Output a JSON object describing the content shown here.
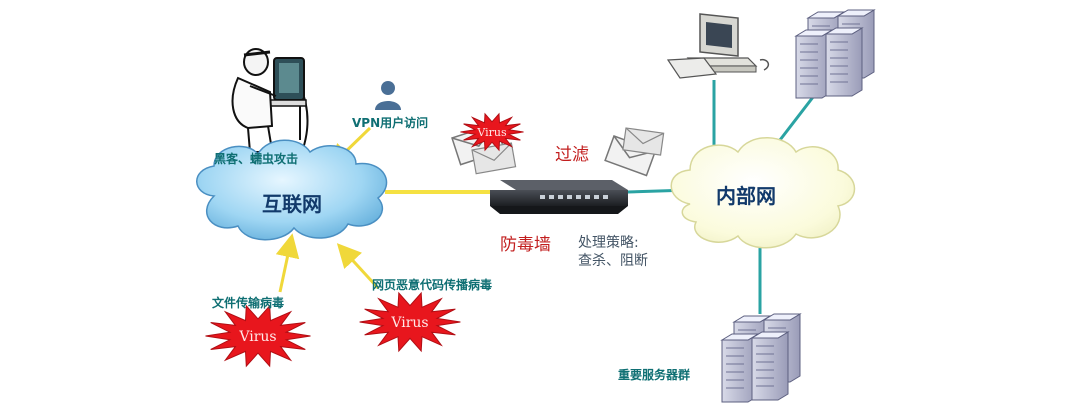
{
  "labels": {
    "hacker": "黑客、蠕虫攻击",
    "vpn": "VPN用户访问",
    "internet": "互联网",
    "intranet": "内部网",
    "filter": "过滤",
    "firewall": "防毒墙",
    "policy_title": "处理策略:",
    "policy_actions": "查杀、阻断",
    "file_virus": "文件传输病毒",
    "web_virus": "网页恶意代码传播病毒",
    "servers": "重要服务器群"
  },
  "virus_word": "Virus",
  "colors": {
    "cloud_fill": "#bfe6f8",
    "cloud_intranet": "#fbfbd8",
    "line_yellow": "#f5e142",
    "line_teal": "#2aa3a3",
    "virus_red": "#e8161d",
    "firewall": "#2a2d33",
    "label_teal": "#0f6f73",
    "label_red": "#c21e1e"
  },
  "icons": [
    "hacker-icon",
    "vpn-user-icon",
    "firewall-icon",
    "virus-icon",
    "envelope-icon",
    "desktop-pc-icon",
    "server-rack-icon"
  ]
}
